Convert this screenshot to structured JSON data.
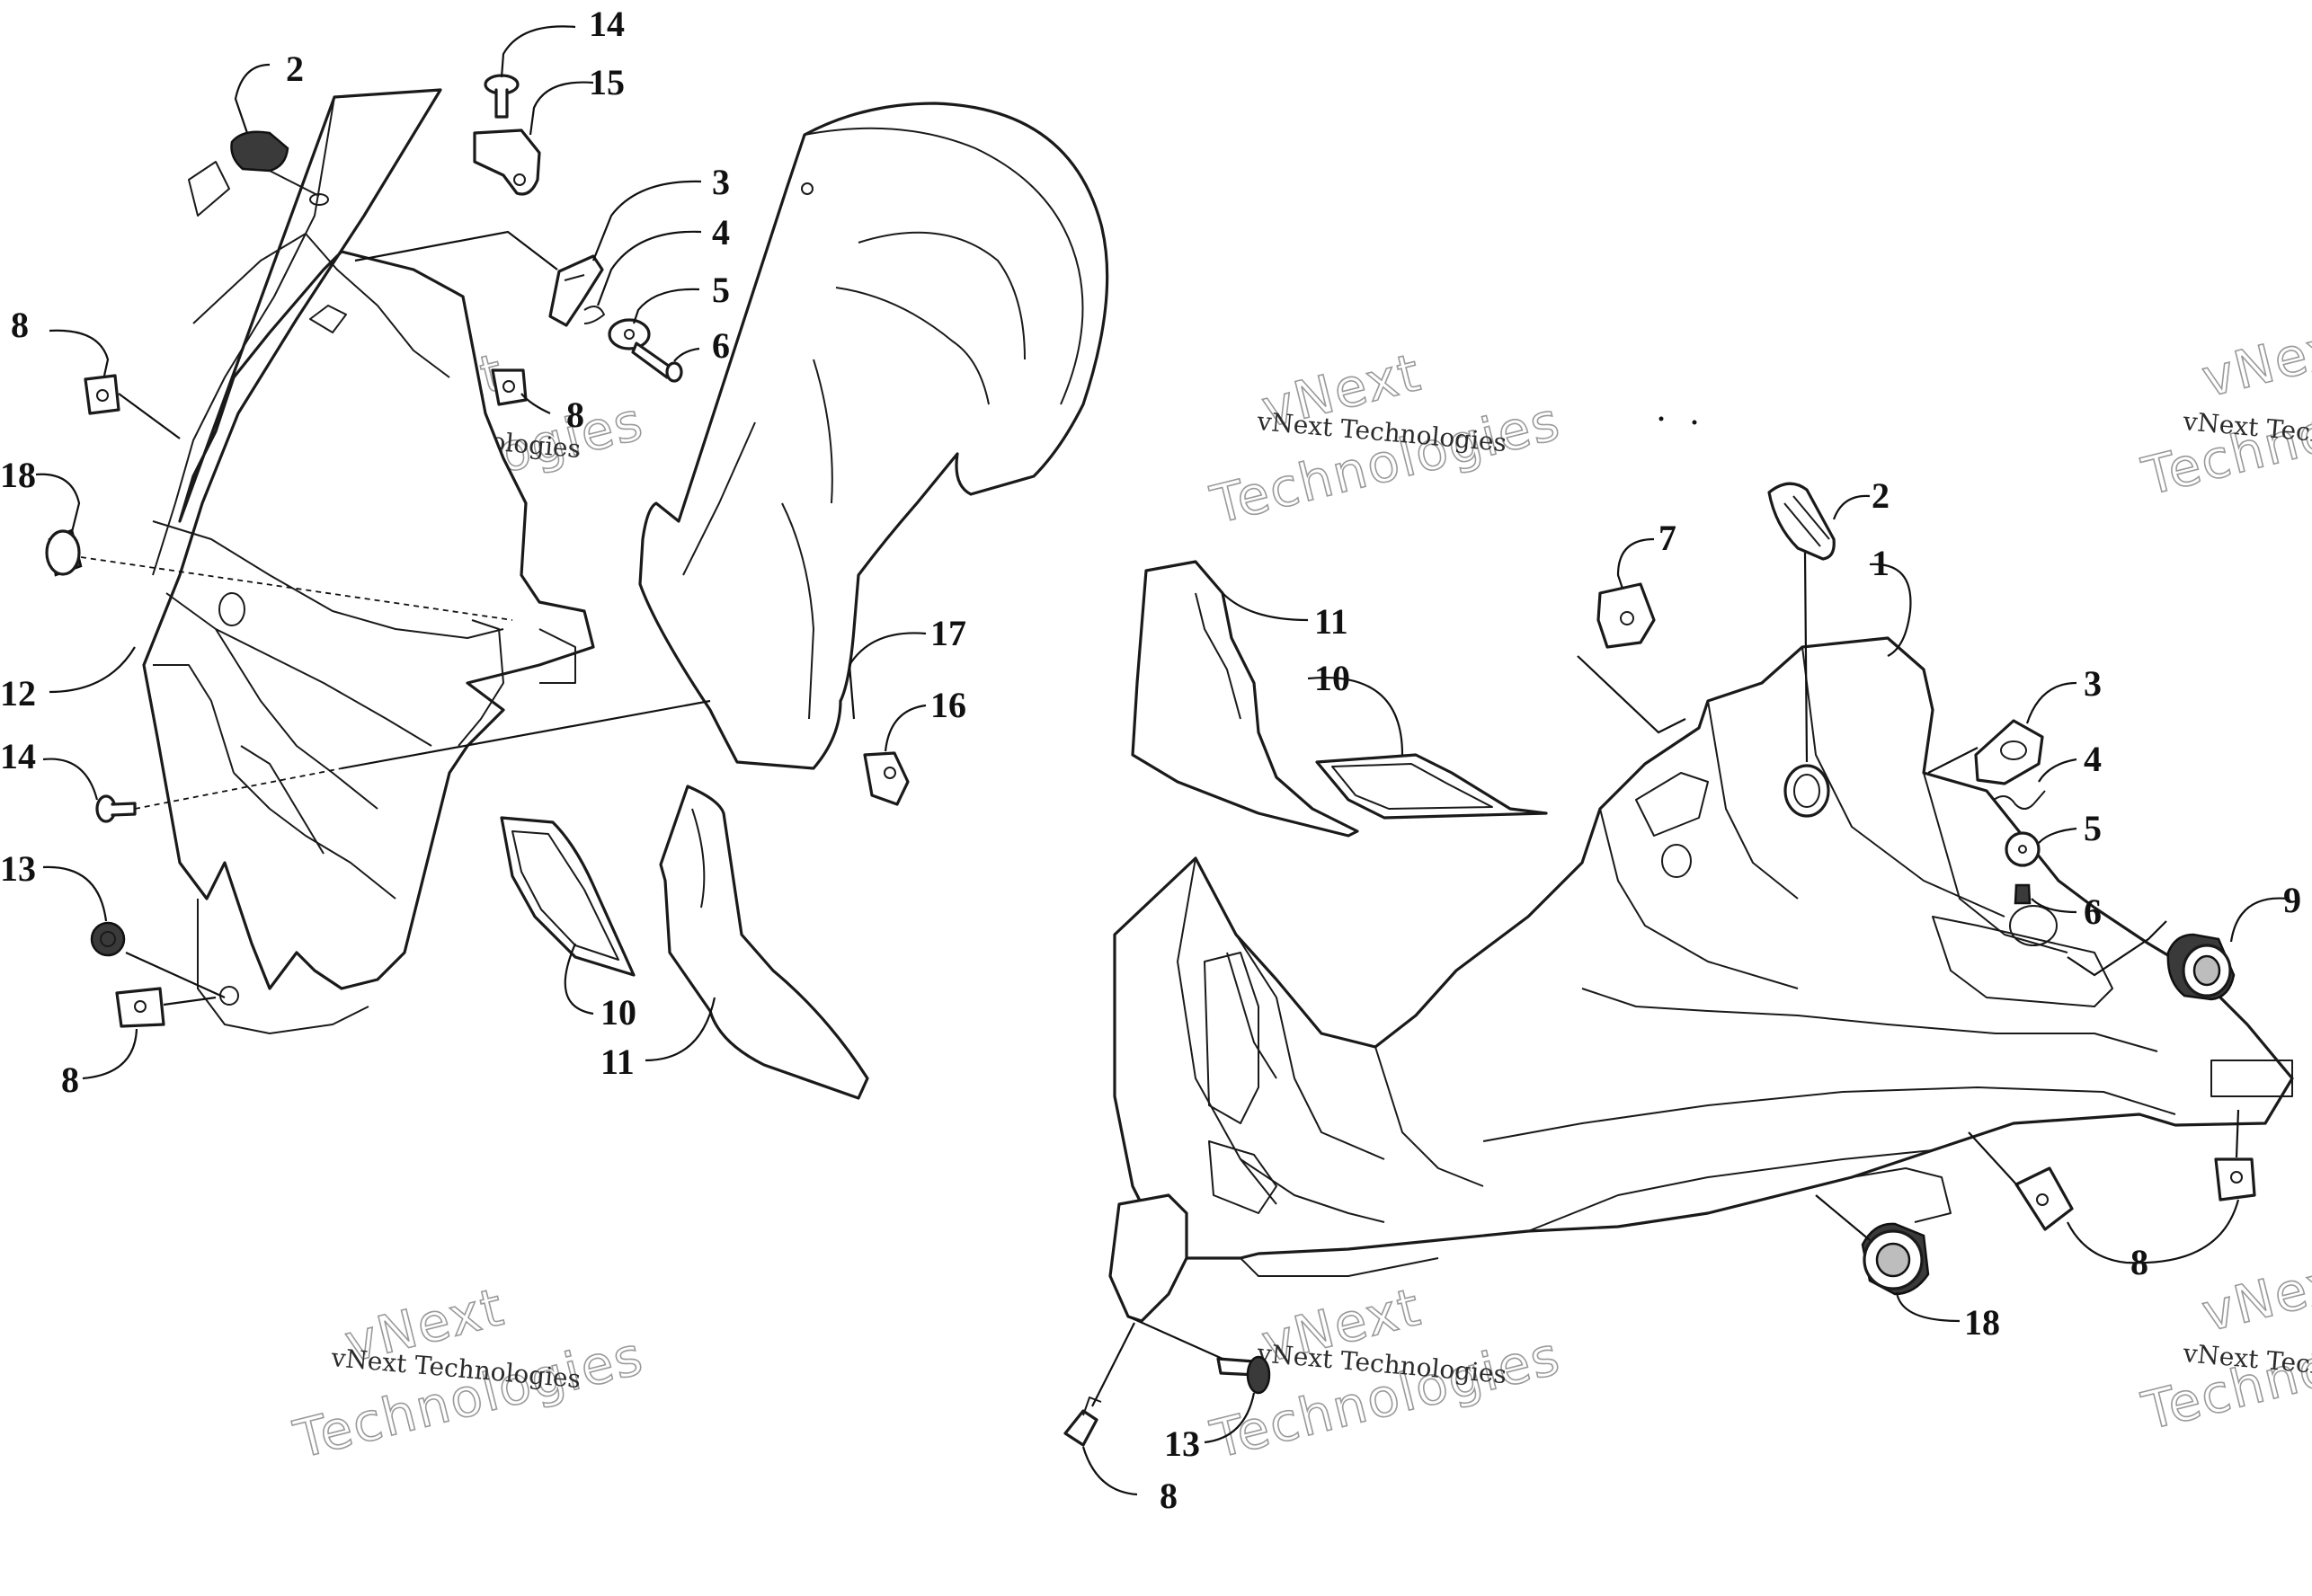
{
  "watermark": {
    "line1": "vNext",
    "line2": "Technologies",
    "caption": "vNext Technologies"
  },
  "callouts": {
    "left": {
      "c2": "2",
      "c14a": "14",
      "c15": "15",
      "c3": "3",
      "c4": "4",
      "c5": "5",
      "c6": "6",
      "c8a": "8",
      "c8b": "8",
      "c18": "18",
      "c12": "12",
      "c14b": "14",
      "c13": "13",
      "c8c": "8",
      "c17": "17",
      "c16": "16",
      "c10": "10",
      "c11": "11"
    },
    "right": {
      "c7": "7",
      "c2": "2",
      "c1": "1",
      "c11": "11",
      "c10": "10",
      "c3": "3",
      "c4": "4",
      "c5": "5",
      "c6": "6",
      "c9": "9",
      "c8a": "8",
      "c18": "18",
      "c13": "13",
      "c8b": "8"
    }
  },
  "colors": {
    "line": "#1a1a1a",
    "background": "#ffffff",
    "watermark_outline": "#9a9a9a"
  }
}
